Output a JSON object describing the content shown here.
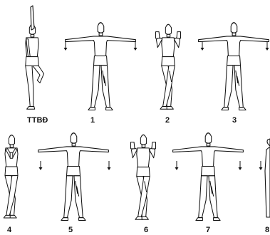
{
  "figure": {
    "description_labels": [
      "TTBĐ",
      "1",
      "2",
      "3",
      "4",
      "5",
      "6",
      "7",
      "8"
    ]
  },
  "steps": [
    {
      "label": "TTBĐ",
      "pose": "one-arm-up-one-knee-raised",
      "arrows": false
    },
    {
      "label": "1",
      "pose": "arms-out",
      "arrows": true
    },
    {
      "label": "2",
      "pose": "hands-at-shoulders-legs-crossed",
      "arrows": false
    },
    {
      "label": "3",
      "pose": "arms-out",
      "arrows": true
    },
    {
      "label": "4",
      "pose": "hands-together-chest-legs-crossed",
      "arrows": false
    },
    {
      "label": "5",
      "pose": "arms-out",
      "arrows": true
    },
    {
      "label": "6",
      "pose": "hands-at-shoulders-legs-crossed",
      "arrows": false
    },
    {
      "label": "7",
      "pose": "arms-out",
      "arrows": true
    },
    {
      "label": "8",
      "pose": "partial",
      "arrows": true
    }
  ]
}
